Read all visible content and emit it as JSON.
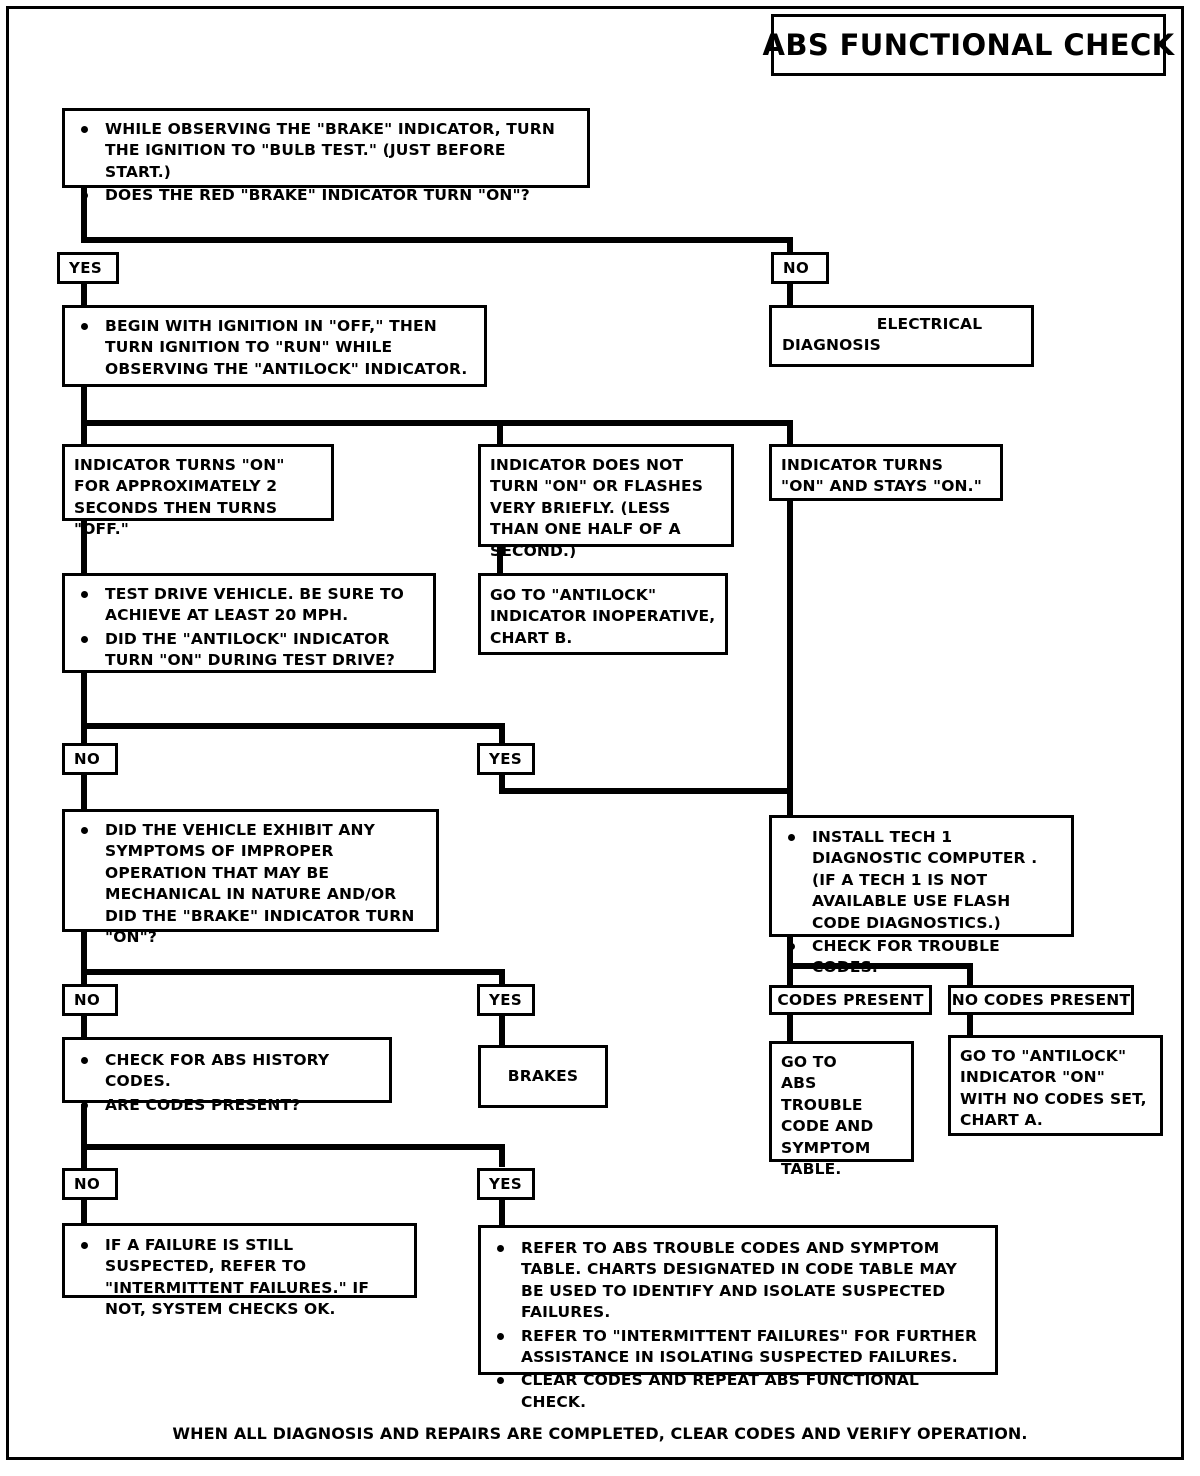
{
  "title": "ABS FUNCTIONAL CHECK",
  "footer": "WHEN ALL DIAGNOSIS AND REPAIRS ARE COMPLETED, CLEAR CODES AND VERIFY OPERATION.",
  "labels": {
    "yes": "YES",
    "no": "NO",
    "codes_present": "CODES PRESENT",
    "no_codes_present": "NO CODES PRESENT"
  },
  "colors": {
    "ink": "#000000",
    "paper": "#ffffff"
  },
  "nodes": {
    "start": {
      "bullets": [
        "WHILE OBSERVING THE \"BRAKE\" INDICATOR, TURN THE IGNITION TO \"BULB TEST.\" (JUST BEFORE START.)",
        "DOES THE RED \"BRAKE\" INDICATOR TURN \"ON\"?"
      ]
    },
    "electrical_diagnosis": {
      "line1": "ELECTRICAL",
      "line2": "DIAGNOSIS"
    },
    "ignition_run": {
      "bullets": [
        "BEGIN WITH IGNITION IN \"OFF,\" THEN TURN IGNITION TO \"RUN\" WHILE OBSERVING THE \"ANTILOCK\" INDICATOR."
      ]
    },
    "indicator_2sec": {
      "text": "INDICATOR TURNS \"ON\" FOR APPROXIMATELY 2 SECONDS THEN TURNS \"OFF.\""
    },
    "indicator_no_on": {
      "text": "INDICATOR DOES NOT TURN \"ON\" OR FLASHES VERY BRIEFLY.  (LESS THAN ONE HALF OF A SECOND.)"
    },
    "indicator_stays_on": {
      "text": "INDICATOR TURNS \"ON\" AND STAYS \"ON.\""
    },
    "test_drive": {
      "bullets": [
        "TEST DRIVE VEHICLE. BE SURE TO ACHIEVE AT LEAST 20 MPH.",
        "DID THE \"ANTILOCK\" INDICATOR TURN \"ON\" DURING TEST DRIVE?"
      ]
    },
    "goto_chart_b": {
      "text": "GO TO \"ANTILOCK\" INDICATOR  INOPERATIVE, CHART B."
    },
    "improper_operation": {
      "bullets": [
        "DID THE VEHICLE EXHIBIT ANY SYMPTOMS OF IMPROPER OPERATION THAT MAY BE MECHANICAL IN NATURE AND/OR DID THE \"BRAKE\" INDICATOR TURN \"ON\"?"
      ]
    },
    "tech1": {
      "bullets": [
        "INSTALL TECH 1 DIAGNOSTIC COMPUTER .  (IF A TECH 1 IS NOT AVAILABLE USE FLASH CODE DIAGNOSTICS.)",
        "CHECK FOR TROUBLE CODES."
      ]
    },
    "history_codes": {
      "bullets": [
        "CHECK FOR ABS HISTORY CODES.",
        "ARE CODES PRESENT?"
      ]
    },
    "brakes": {
      "text": "BRAKES"
    },
    "goto_trouble_code_table": {
      "text": "GO TO\n ABS TROUBLE\nCODE AND\nSYMPTOM\nTABLE."
    },
    "goto_chart_a": {
      "text": "GO TO \"ANTILOCK\"\nINDICATOR \"ON\"\nWITH NO CODES SET,\nCHART A."
    },
    "intermittent": {
      "bullets": [
        "IF A FAILURE IS STILL SUSPECTED, REFER TO \"INTERMITTENT FAILURES.\" IF NOT, SYSTEM CHECKS OK."
      ]
    },
    "refer_tables": {
      "bullets": [
        "REFER TO ABS TROUBLE CODES AND SYMPTOM TABLE. CHARTS DESIGNATED IN CODE TABLE MAY BE USED TO IDENTIFY AND ISOLATE SUSPECTED FAILURES.",
        "REFER TO \"INTERMITTENT FAILURES\" FOR FURTHER ASSISTANCE IN ISOLATING SUSPECTED FAILURES.",
        "CLEAR CODES AND REPEAT ABS FUNCTIONAL CHECK."
      ]
    }
  }
}
